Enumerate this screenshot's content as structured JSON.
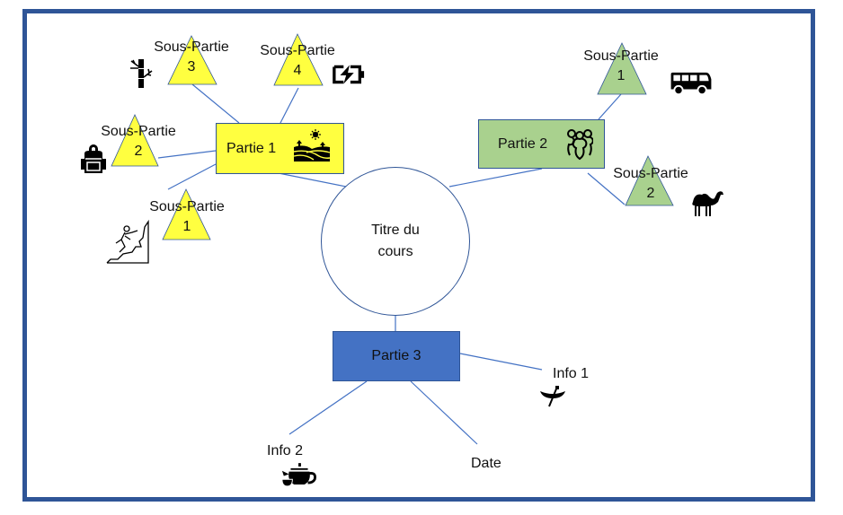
{
  "colors": {
    "frame": "#2f5597",
    "line": "#4472c4",
    "yellow": "#ffff40",
    "green": "#a9d18e",
    "blue": "#4472c4",
    "outline": "#2f5597"
  },
  "center": {
    "title_line1": "Titre du",
    "title_line2": "cours"
  },
  "partie1": {
    "label": "Partie 1",
    "icon": "farm-field-icon",
    "subparts": [
      {
        "label": "Sous-Partie",
        "number": "1",
        "icon": "rock-climbing-icon"
      },
      {
        "label": "Sous-Partie",
        "number": "2",
        "icon": "backpack-icon"
      },
      {
        "label": "Sous-Partie",
        "number": "3",
        "icon": "bamboo-icon"
      },
      {
        "label": "Sous-Partie",
        "number": "4",
        "icon": "battery-charging-icon"
      }
    ]
  },
  "partie2": {
    "label": "Partie 2",
    "icon": "bowling-pins-icon",
    "subparts": [
      {
        "label": "Sous-Partie",
        "number": "1",
        "icon": "bus-icon"
      },
      {
        "label": "Sous-Partie",
        "number": "2",
        "icon": "camel-icon"
      }
    ]
  },
  "partie3": {
    "label": "Partie 3",
    "items": [
      {
        "label": "Info 1",
        "icon": "canoe-icon"
      },
      {
        "label": "Info 2",
        "icon": "teapot-icon"
      },
      {
        "label": "Date"
      }
    ]
  }
}
